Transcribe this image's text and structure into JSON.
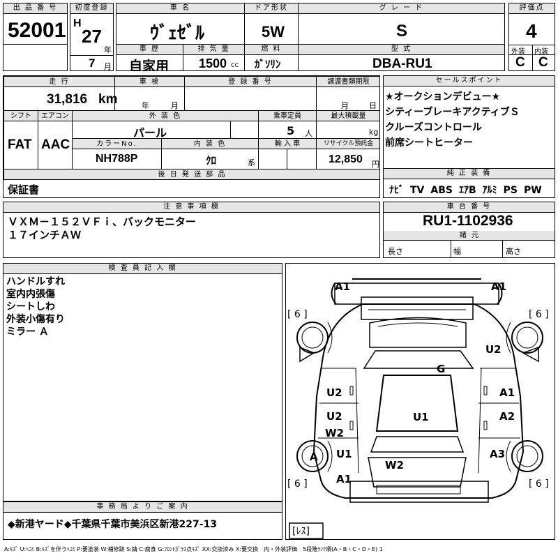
{
  "header": {
    "lot_label": "出 品 番 号",
    "lot": "52001",
    "first_reg_label": "初度登録",
    "era": "H",
    "year": "27",
    "year_unit": "年",
    "month": "7",
    "month_unit": "月",
    "car_name_label": "車 名",
    "car_name": "ｳﾞｪｾﾞﾙ",
    "history_label": "車 歴",
    "history": "自家用",
    "displacement_label": "排 気 量",
    "displacement": "1500",
    "cc_unit": "cc",
    "door_label": "ドア形状",
    "door": "5W",
    "fuel_label": "燃 料",
    "fuel": "ｶﾞｿﾘﾝ",
    "grade_label": "グ レ ー ド",
    "grade": "S",
    "model_label": "型 式",
    "model": "DBA-RU1",
    "score_label": "評価点",
    "score": "4",
    "ext_label": "外装",
    "ext": "C",
    "int_label": "内装",
    "int": "C"
  },
  "row2": {
    "mileage_label": "走 行",
    "mileage": "31,816",
    "mileage_unit": "km",
    "inspection_label": "車 検",
    "inspection_year": "年",
    "inspection_month": "月",
    "reg_no_label": "登 録 番 号",
    "transfer_label": "譲渡書類期限",
    "transfer_month": "月",
    "transfer_day": "日",
    "shift_label": "シフト",
    "shift": "FAT",
    "ac_label": "エアコン",
    "ac": "AAC",
    "exterior_color_label": "外 装 色",
    "exterior_color": "パール",
    "capacity_label": "乗車定員",
    "capacity": "5",
    "capacity_unit": "人",
    "max_load_label": "最大積載量",
    "max_load_unit": "kg",
    "color_no_label": "カラーNo.",
    "color_no": "NH788P",
    "interior_color_label": "内 装 色",
    "interior_color": "ｸﾛ",
    "interior_unit": "系",
    "import_label": "輸 入 車",
    "recycle_label": "リサイクル預託金",
    "recycle": "12,850",
    "recycle_unit": "円",
    "later_parts_label": "後 日 発 送 部 品",
    "later_parts": "保証書"
  },
  "sales_points": {
    "label": "セールスポイント",
    "items": [
      "★オークションデビュー★",
      "シティーブレーキアクティブＳ",
      "クルーズコントロール",
      "前席シートヒーター"
    ]
  },
  "equipment": {
    "label": "純 正 装 備",
    "items": [
      "ﾅﾋﾞ",
      "TV",
      "ABS",
      "ｴｱB",
      "ｱﾙﾐ",
      "PS",
      "PW"
    ]
  },
  "notes": {
    "label": "注 意 事 項 欄",
    "lines": [
      "ＶＸＭ－１５２ＶＦｉ、バックモニター",
      "１７インチＡＷ"
    ]
  },
  "chassis": {
    "label": "車 台 番 号",
    "number": "RU1-1102936",
    "dims_label": "諸 元",
    "length": "長さ",
    "width": "幅",
    "height": "高さ"
  },
  "inspector": {
    "label": "検 査 員 記 入 欄",
    "lines": [
      "ハンドルすれ",
      "室内内張傷",
      "シートしわ",
      "外装小傷有り",
      "ミラー Ａ"
    ]
  },
  "office": {
    "label": "事 務 局 よ り ご 案 内",
    "text": "◆新港ヤード◆千葉県千葉市美浜区新港227-13"
  },
  "diagram": {
    "marks": {
      "front_left": "A1",
      "front_right": "A1",
      "hood": "G",
      "right_front_fender": "U2",
      "left_front_door": "U2",
      "right_front_door": "A1",
      "left_rear_door": "U2",
      "left_rear_door_2": "W2",
      "right_rear_door": "A2",
      "roof": "U1",
      "left_rear_fender": "U1",
      "left_rear_wheel": "A",
      "right_rear_fender": "A3",
      "trunk": "W2",
      "rear_left": "A1"
    },
    "tire_tl": "[ 6 ]",
    "tire_tr": "[ 6 ]",
    "tire_bl": "[ 6 ]",
    "tire_br": "[ 6 ]",
    "spare": "[ﾚｽ]"
  },
  "legend": "A:ｷｽﾞ U:ﾍｺﾐ B:ｷｽﾞを伴うﾍｺﾐ P:要塗装 W:補修跡 S:錆 C:腐食 G:ﾌﾛﾝﾄｶﾞﾗｽ点ｷｽﾞ XX:交換済み X:要交換　内・外装評価　5段階ﾗﾝｸ順(A・B・C・D・E) 1"
}
